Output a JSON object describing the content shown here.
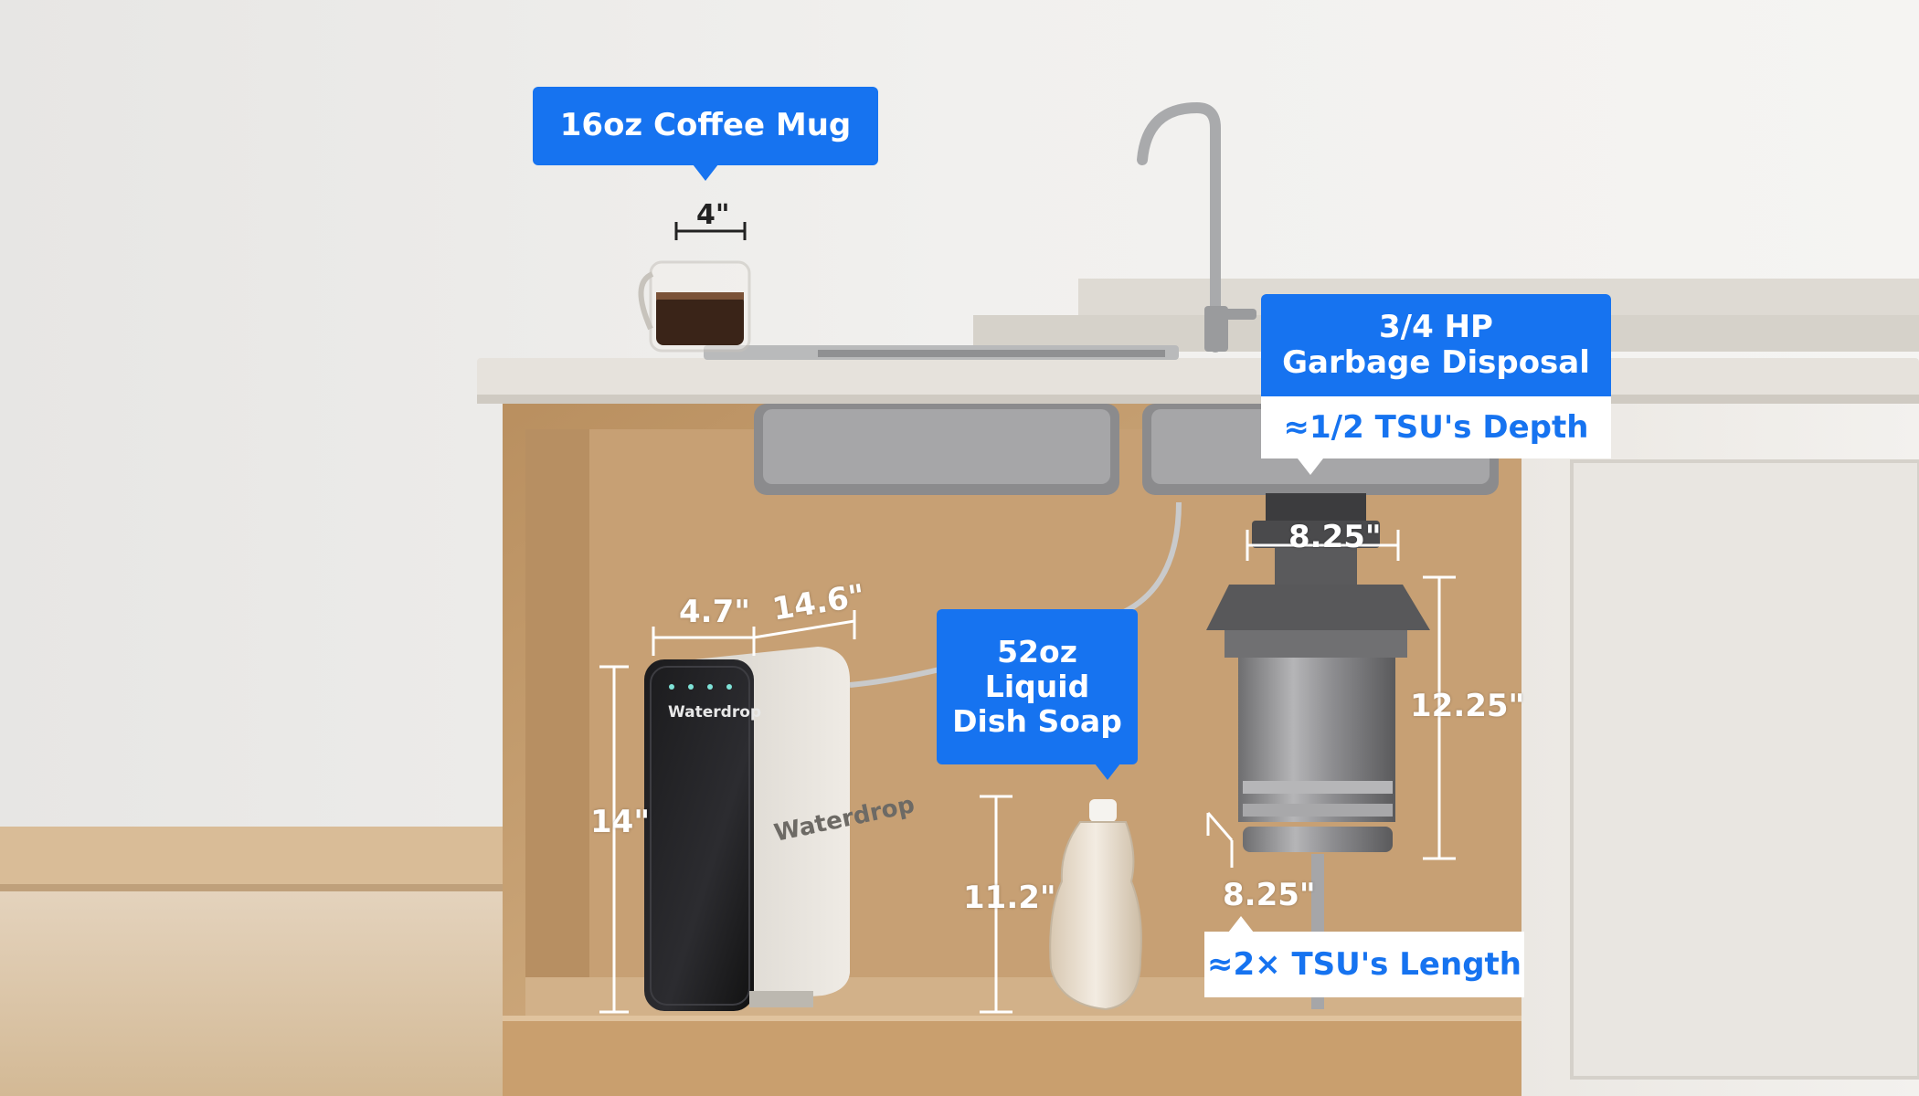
{
  "colors": {
    "accent": "#1673f0",
    "wall": "#ecebea",
    "wood": "#c9a57a",
    "counter": "#e4e1dc",
    "white_label": "#ffffff"
  },
  "callouts": {
    "mug": "16oz Coffee Mug",
    "disposal_line1": "3/4 HP",
    "disposal_line2": "Garbage Disposal",
    "depth_note": "≈1/2 TSU's Depth",
    "soap_line1": "52oz",
    "soap_line2": "Liquid",
    "soap_line3": "Dish Soap",
    "length_note": "≈2× TSU's Length"
  },
  "dimensions": {
    "mug_width": "4\"",
    "tsu_width": "4.7\"",
    "tsu_depth": "14.6\"",
    "tsu_height": "14\"",
    "soap_height": "11.2\"",
    "disposal_top_width": "8.25\"",
    "disposal_height": "12.25\"",
    "disposal_bottom_width": "8.25\""
  },
  "brand": {
    "front": "Waterdrop",
    "side": "Waterdrop"
  }
}
